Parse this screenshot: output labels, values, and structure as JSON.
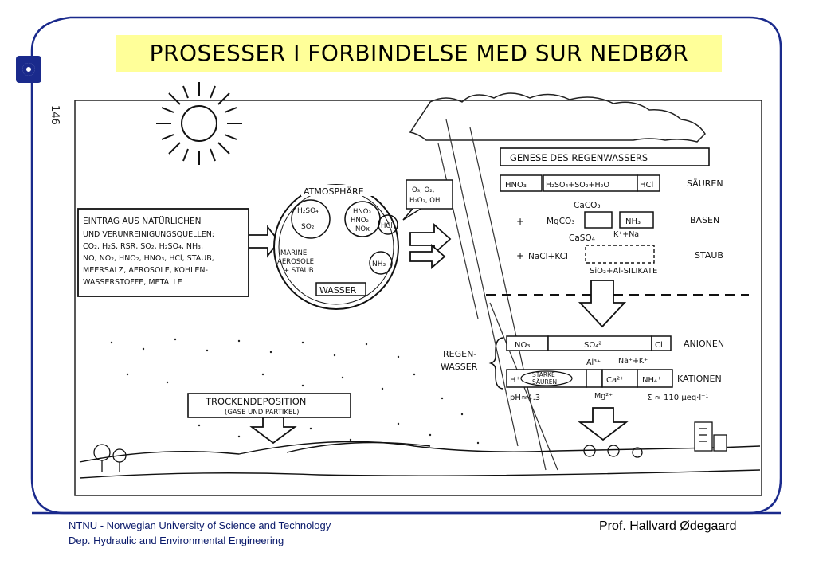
{
  "slide": {
    "title": "PROSESSER I FORBINDELSE MED SUR NEDBØR",
    "page_number": "146",
    "footer_left_line1": "NTNU - Norwegian University of Science and Technology",
    "footer_left_line2": "Dep. Hydraulic and Environmental Engineering",
    "footer_right": "Prof. Hallvard Ødegaard",
    "frame_color": "#1a2a8c",
    "title_bg": "#ffff99",
    "logo_icon": "ntnu-logo-icon"
  },
  "diagram": {
    "eintrag": {
      "line1": "EINTRAG  AUS NATÜRLICHEN",
      "line2": "UND VERUNREINIGUNGSQUELLEN:",
      "line3": "CO₂, H₂S, RSR, SO₂, H₂SO₄, NH₃,",
      "line4": "NO, NO₂, HNO₂, HNO₃, HCl, STAUB,",
      "line5": "MEERSALZ, AEROSOLE, KOHLEN-",
      "line6": "WASSERSTOFFE, METALLE"
    },
    "atmosphere": {
      "label": "ATMOSPHÄRE",
      "h2so4": "H₂SO₄",
      "so2": "SO₂",
      "hno3": "HNO₃",
      "hno2": "HNO₂",
      "nox": "NOx",
      "hcl": "HCl",
      "nh3": "NH₃",
      "marine1": "MARINE",
      "marine2": "AEROSOLE",
      "marine3": "+ STAUB",
      "wasser": "WASSER",
      "oxidants1": "O₃, O₂,",
      "oxidants2": "H₂O₂, OH"
    },
    "genese": {
      "title": "GENESE DES REGENWASSERS",
      "hno3": "HNO₃",
      "acids_formula": "H₂SO₄+SO₂+H₂O",
      "hcl": "HCl",
      "saeuren": "SÄUREN",
      "caco3": "CaCO₃",
      "mgco3": "MgCO₃",
      "nh3": "NH₃",
      "basen": "BASEN",
      "plus": "+",
      "k_na": "K⁺+Na⁺",
      "caso4": "CaSO₄",
      "nacl_kcl": "NaCl+KCl",
      "staub": "STAUB",
      "sio2": "SiO₂+Al-SILIKATE"
    },
    "regenwasser": {
      "label1": "REGEN-",
      "label2": "WASSER",
      "no3": "NO₃⁻",
      "so4": "SO₄²⁻",
      "cl": "Cl⁻",
      "anionen": "ANIONEN",
      "al": "Al³⁺",
      "na_k": "Na⁺+K⁺",
      "h": "H⁺",
      "starke1": "STARKE",
      "starke2": "SÄUREN",
      "ca": "Ca²⁺",
      "nh4": "NH₄⁺",
      "kationen": "KATIONEN",
      "ph": "pH≈4.3",
      "mg": "Mg²⁺",
      "sum": "Σ ≈ 110 μeq·l⁻¹"
    },
    "trocken": {
      "title": "TROCKENDEPOSITION",
      "sub": "(GASE UND PARTIKEL)"
    }
  }
}
